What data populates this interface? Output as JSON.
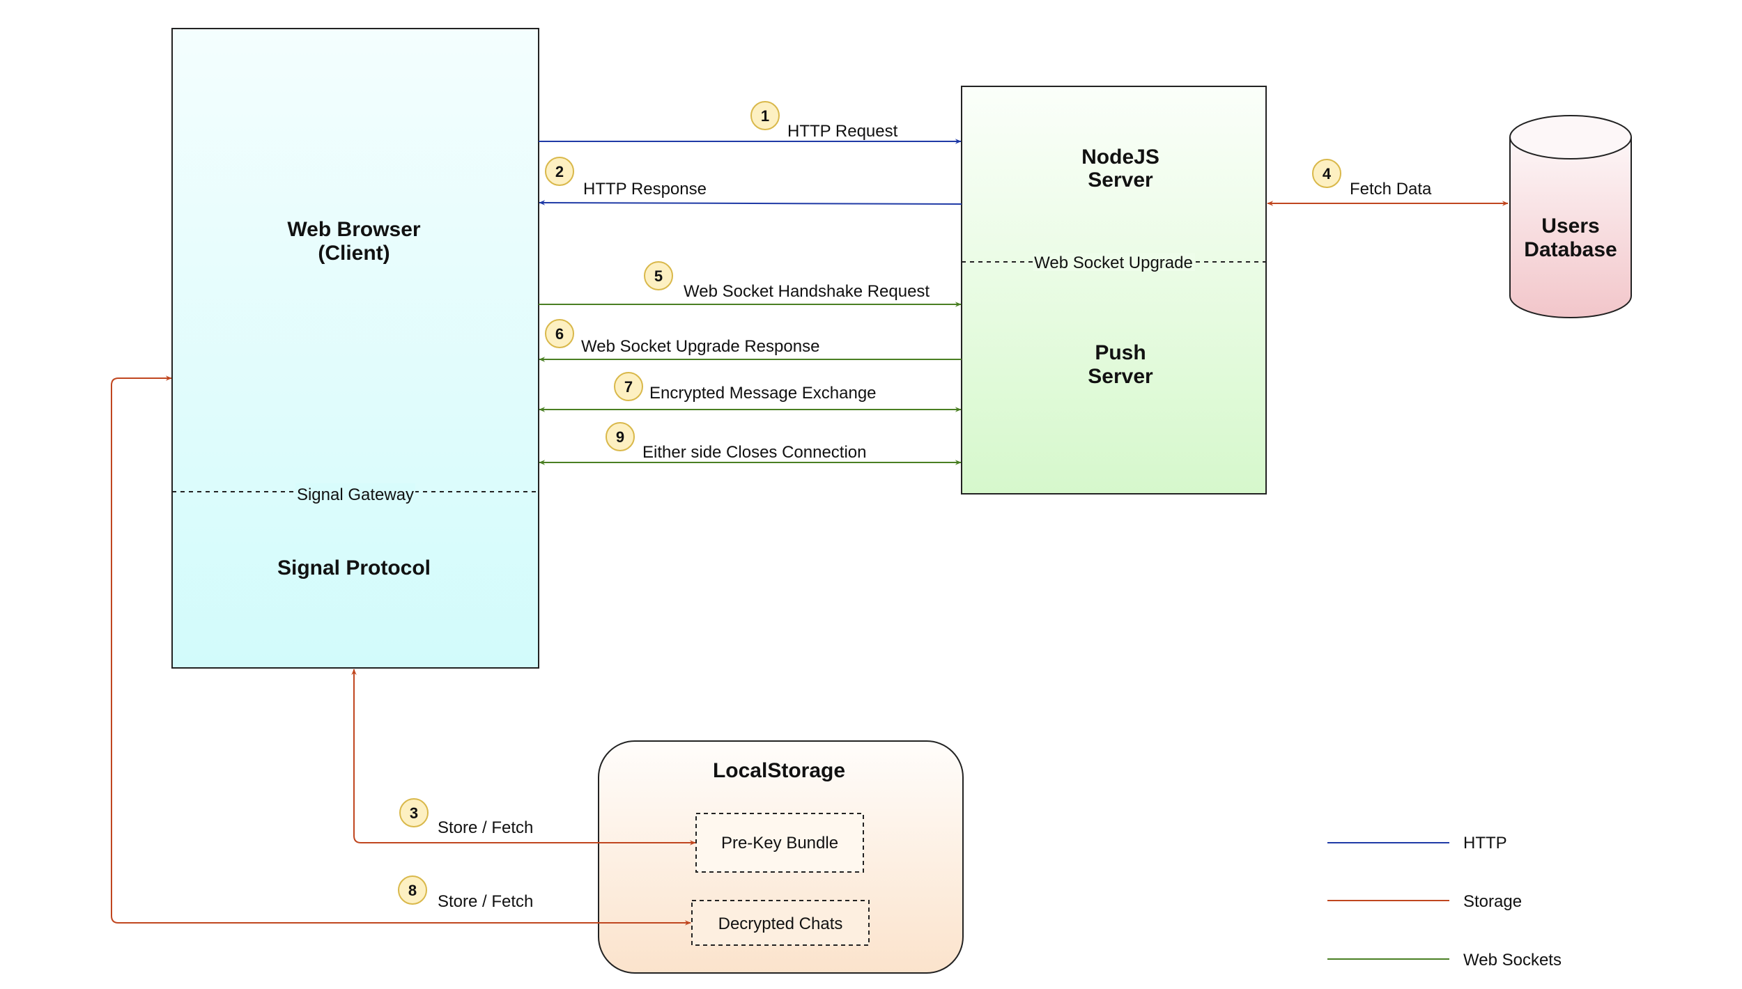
{
  "nodes": {
    "browser": {
      "title_line1": "Web Browser",
      "title_line2": "(Client)",
      "divider_label": "Signal Gateway",
      "lower_title": "Signal Protocol"
    },
    "server": {
      "title_line1": "NodeJS",
      "title_line2": "Server",
      "divider_label": "Web Socket Upgrade",
      "lower_title_line1": "Push",
      "lower_title_line2": "Server"
    },
    "database": {
      "title_line1": "Users",
      "title_line2": "Database"
    },
    "localstorage": {
      "title": "LocalStorage",
      "item1": "Pre-Key Bundle",
      "item2": "Decrypted Chats"
    }
  },
  "edges": [
    {
      "step": "1",
      "label": "HTTP Request",
      "type": "HTTP"
    },
    {
      "step": "2",
      "label": "HTTP Response",
      "type": "HTTP"
    },
    {
      "step": "3",
      "label": "Store / Fetch",
      "type": "Storage"
    },
    {
      "step": "4",
      "label": "Fetch Data",
      "type": "Storage"
    },
    {
      "step": "5",
      "label": "Web Socket Handshake Request",
      "type": "Web Sockets"
    },
    {
      "step": "6",
      "label": "Web Socket Upgrade Response",
      "type": "Web Sockets"
    },
    {
      "step": "7",
      "label": "Encrypted Message Exchange",
      "type": "Web Sockets"
    },
    {
      "step": "8",
      "label": "Store / Fetch",
      "type": "Storage"
    },
    {
      "step": "9",
      "label": "Either side Closes Connection",
      "type": "Web Sockets"
    }
  ],
  "legend": [
    {
      "label": "HTTP",
      "color": "#1f3aa6"
    },
    {
      "label": "Storage",
      "color": "#c0461f"
    },
    {
      "label": "Web Sockets",
      "color": "#4a7f23"
    }
  ],
  "colors": {
    "http": "#1f3aa6",
    "storage": "#c0461f",
    "websocket": "#4a7f23",
    "step_badge_fill": "#fdf0c2",
    "step_badge_stroke": "#d9b84a"
  }
}
